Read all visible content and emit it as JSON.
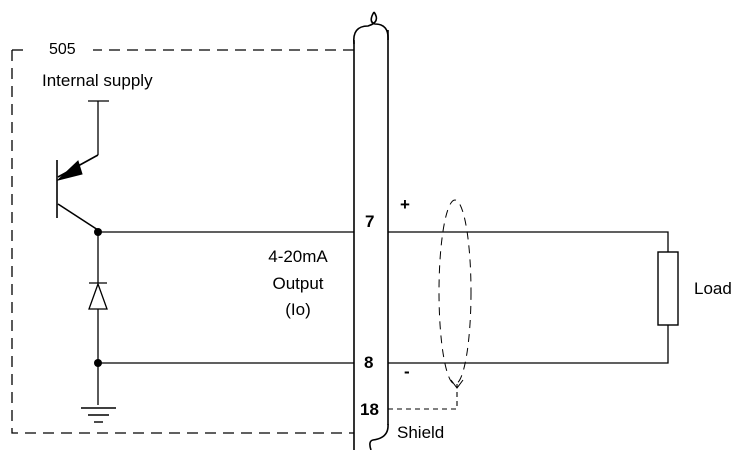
{
  "diagram": {
    "enclosure_label": "505",
    "supply_label": "Internal supply",
    "output_lines": [
      "4-20mA",
      "Output",
      "(Io)"
    ],
    "terminals": {
      "positive": "7",
      "negative": "8",
      "shield": "18"
    },
    "polarity": {
      "plus": "+",
      "minus": "-"
    },
    "load_label": "Load",
    "shield_label": "Shield",
    "colors": {
      "line": "#000000",
      "background": "#ffffff"
    }
  }
}
